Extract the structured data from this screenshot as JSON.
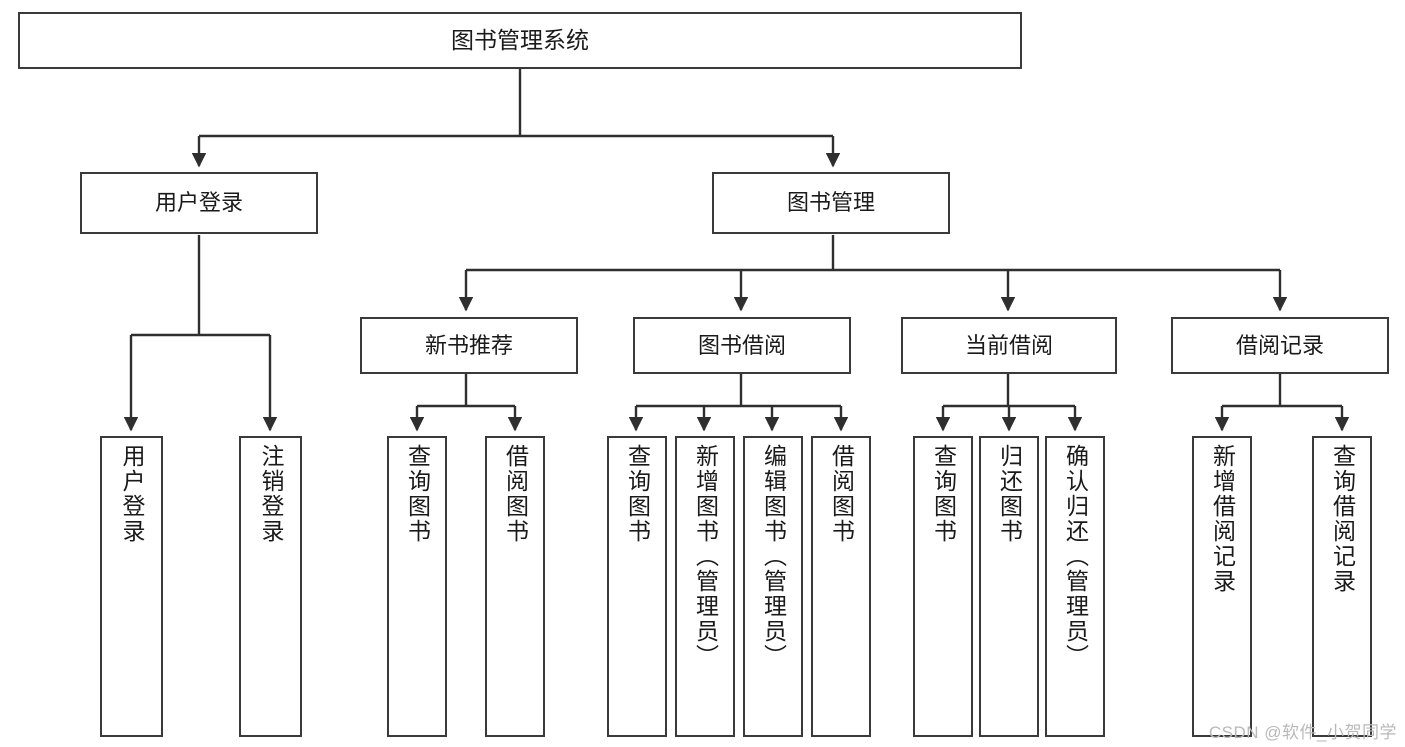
{
  "diagram": {
    "title": "图书管理系统",
    "type": "tree",
    "watermark": "CSDN @软件_小贺同学",
    "colors": {
      "node_border": "#3a3a3a",
      "node_fill": "#ffffff",
      "edge": "#2f2f2f",
      "text": "#1a1a1a",
      "watermark": "#b9b9b9",
      "background": "#ffffff"
    },
    "nodes": {
      "root": {
        "label": "图书管理系统",
        "level": 0
      },
      "user_login": {
        "label": "用户登录",
        "level": 1
      },
      "book_manage": {
        "label": "图书管理",
        "level": 1
      },
      "new_book_rec": {
        "label": "新书推荐",
        "level": 2
      },
      "book_borrow": {
        "label": "图书借阅",
        "level": 2
      },
      "current_borrow": {
        "label": "当前借阅",
        "level": 2
      },
      "borrow_record": {
        "label": "借阅记录",
        "level": 2
      },
      "leaf_user_login": {
        "label": "用户登录",
        "level": 2,
        "parent": "用户登录"
      },
      "leaf_logout": {
        "label": "注销登录",
        "level": 2,
        "parent": "用户登录"
      },
      "leaf_query_book_1": {
        "label": "查询图书",
        "level": 3,
        "parent": "新书推荐"
      },
      "leaf_borrow_book_1": {
        "label": "借阅图书",
        "level": 3,
        "parent": "新书推荐"
      },
      "leaf_query_book_2": {
        "label": "查询图书",
        "level": 3,
        "parent": "图书借阅"
      },
      "leaf_add_book": {
        "label": "新增图书（管理员）",
        "level": 3,
        "parent": "图书借阅"
      },
      "leaf_edit_book": {
        "label": "编辑图书（管理员）",
        "level": 3,
        "parent": "图书借阅"
      },
      "leaf_borrow_book_2": {
        "label": "借阅图书",
        "level": 3,
        "parent": "图书借阅"
      },
      "leaf_query_book_3": {
        "label": "查询图书",
        "level": 3,
        "parent": "当前借阅"
      },
      "leaf_return_book": {
        "label": "归还图书",
        "level": 3,
        "parent": "当前借阅"
      },
      "leaf_confirm_return": {
        "label": "确认归还（管理员）",
        "level": 3,
        "parent": "当前借阅"
      },
      "leaf_add_record": {
        "label": "新增借阅记录",
        "level": 3,
        "parent": "借阅记录"
      },
      "leaf_query_record": {
        "label": "查询借阅记录",
        "level": 3,
        "parent": "借阅记录"
      }
    }
  }
}
